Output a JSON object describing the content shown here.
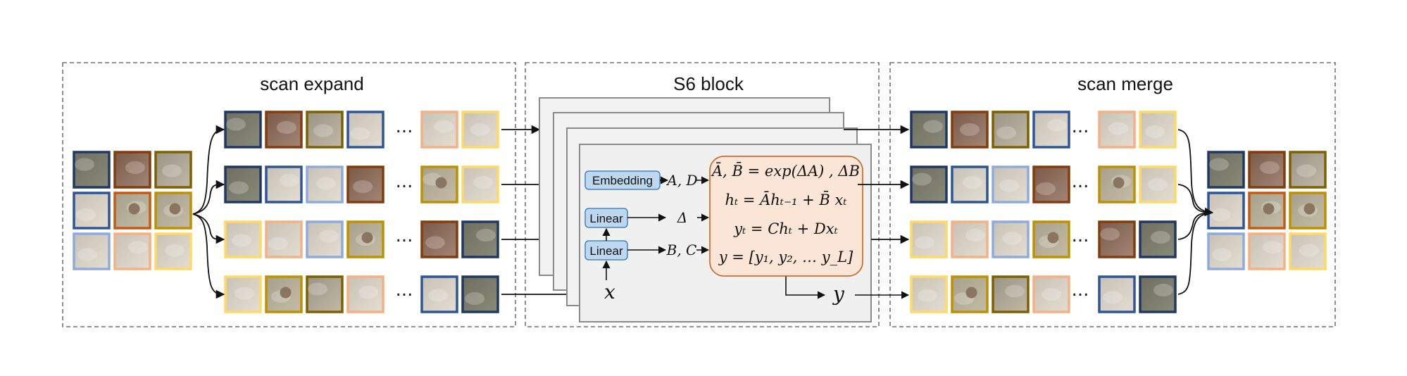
{
  "sections": {
    "scan_expand": {
      "title": "scan expand"
    },
    "s6_block": {
      "title": "S6 block"
    },
    "scan_merge": {
      "title": "scan merge"
    }
  },
  "ellipsis": "...",
  "s6": {
    "embedding_label": "Embedding",
    "linear_label_1": "Linear",
    "linear_label_2": "Linear",
    "out_AD": "A, D",
    "out_delta": "Δ",
    "out_BC": "B, C",
    "input_x": "x",
    "output_y": "y",
    "equations": [
      "Ā, B̄ = exp(ΔA) , ΔB",
      "hₜ = Āhₜ₋₁ + B̄ xₜ",
      "yₜ = Chₜ + Dxₜ",
      "y = [y₁, y₂, … y_L]"
    ]
  },
  "colors": {
    "navy": "#1f3864",
    "brown": "#843c0c",
    "olive": "#7f6000",
    "blue": "#2e5597",
    "lightblue": "#8faadc",
    "orange": "#c55a11",
    "gold": "#bf9000",
    "yellow": "#ffd966",
    "peach": "#f4b183",
    "block_fill": "#bdd7ee",
    "block_stroke": "#2e75b6",
    "eq_fill": "#fbe5d6",
    "eq_stroke": "#c55a11"
  }
}
